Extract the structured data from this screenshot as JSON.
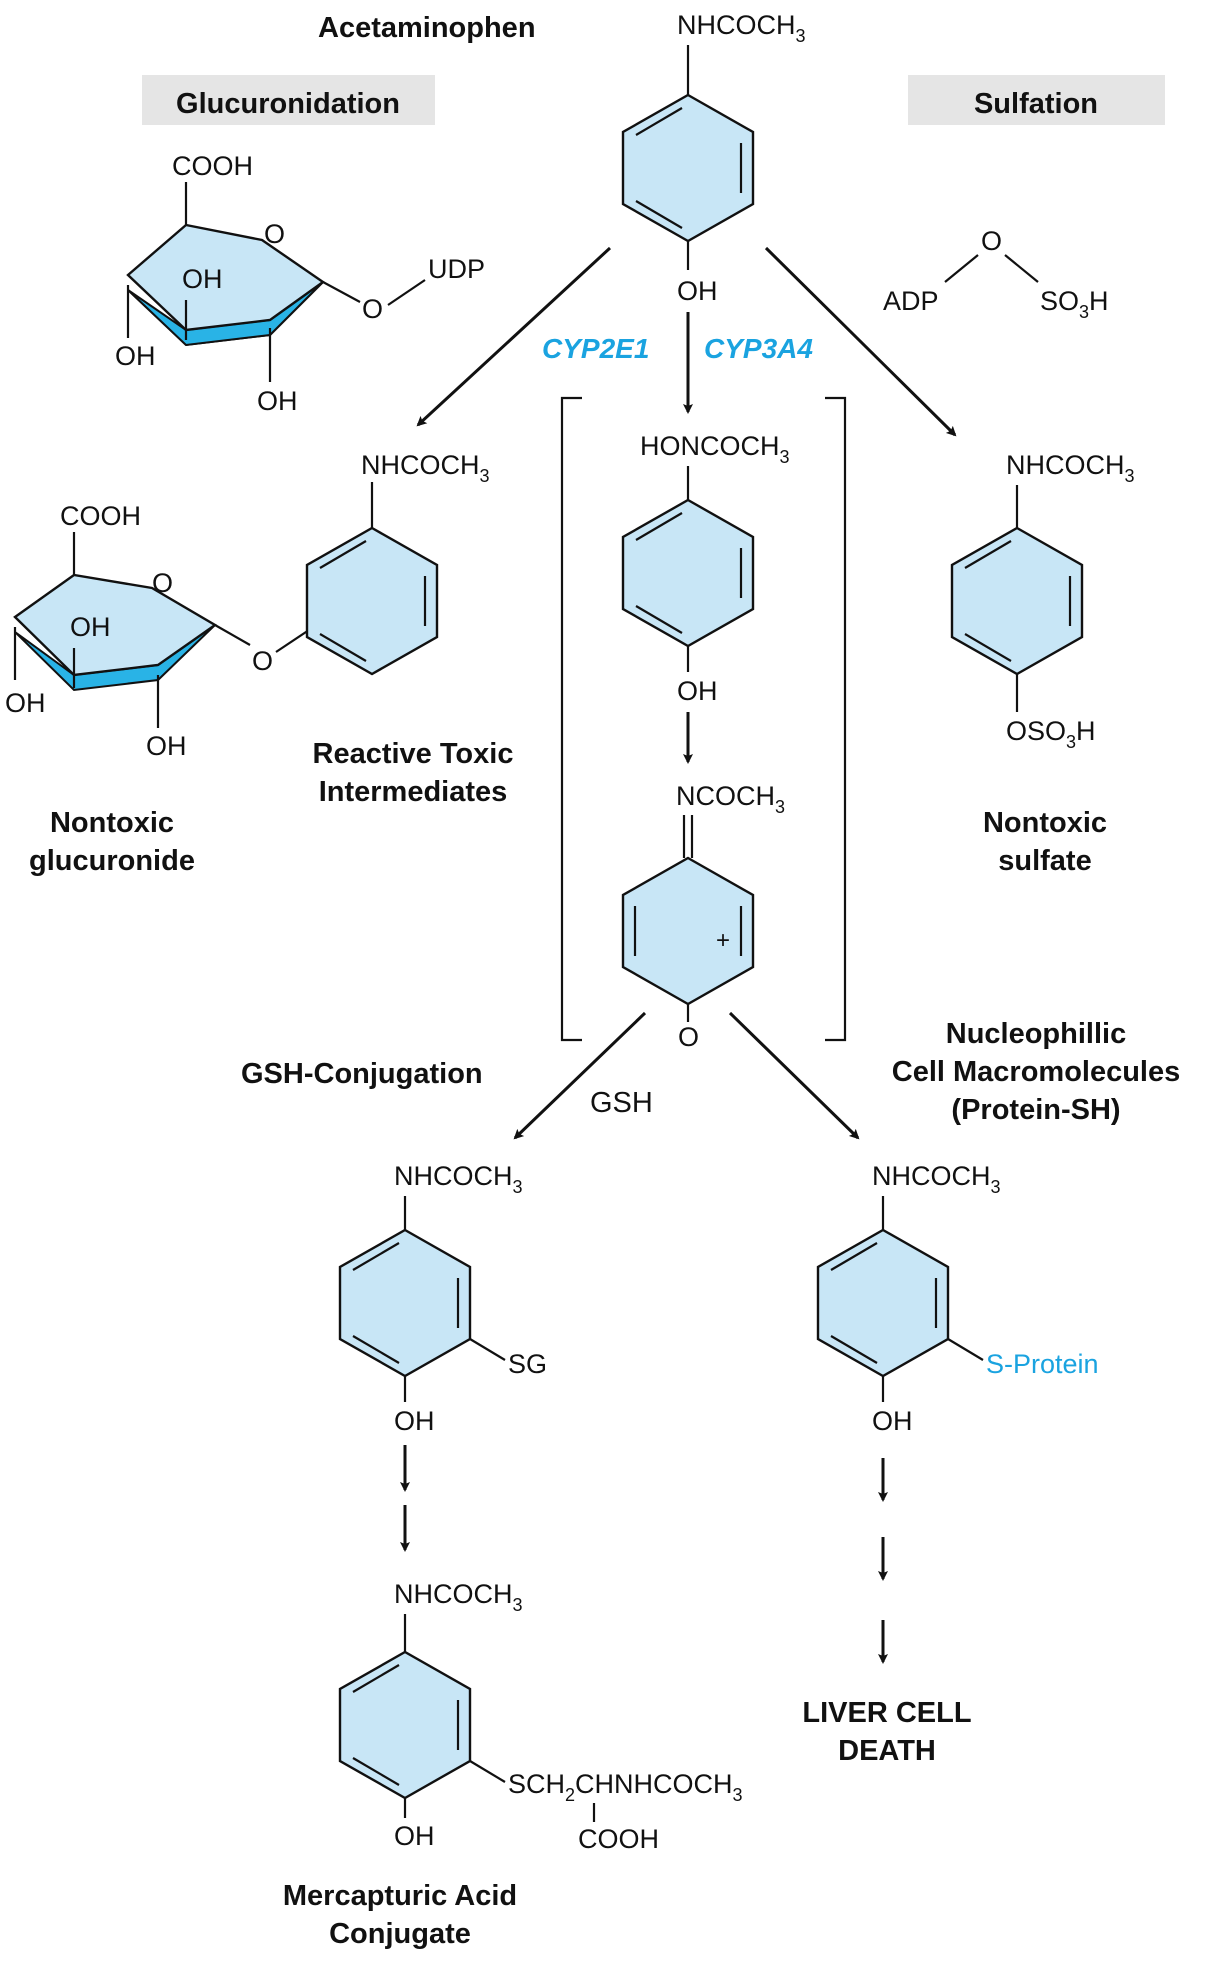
{
  "labels": {
    "acetaminophen": "Acetaminophen",
    "glucuronidation": "Glucuronidation",
    "sulfation": "Sulfation",
    "cyp2e1": "CYP2E1",
    "cyp3a4": "CYP3A4",
    "reactive_toxic_1": "Reactive Toxic",
    "reactive_toxic_2": "Intermediates",
    "nontoxic_glucuronide_1": "Nontoxic",
    "nontoxic_glucuronide_2": "glucuronide",
    "nontoxic_sulfate_1": "Nontoxic",
    "nontoxic_sulfate_2": "sulfate",
    "gsh_conjugation": "GSH-Conjugation",
    "gsh": "GSH",
    "nucleophillic_1": "Nucleophillic",
    "nucleophillic_2": "Cell Macromolecules",
    "nucleophillic_3": "(Protein-SH)",
    "mercapturic_1": "Mercapturic Acid",
    "mercapturic_2": "Conjugate",
    "liver_death_1": "LIVER CELL",
    "liver_death_2": "DEATH"
  },
  "chem": {
    "nhcoch3": "NHCOCH",
    "honcoch3": "HONCOCH",
    "ncoch3": "NCOCH",
    "sub3": "3",
    "oh": "OH",
    "cooh": "COOH",
    "o": "O",
    "udp": "UDP",
    "adp": "ADP",
    "so3h_a": "SO",
    "so3h_b": "3",
    "so3h_c": "H",
    "oso3h_a": "OSO",
    "oso3h_b": "3",
    "oso3h_c": "H",
    "plus": "+",
    "sg": "SG",
    "s_protein": "S-Protein",
    "sch2_a": "SCH",
    "sch2_b": "2",
    "sch2_c": "CHNHCOCH",
    "sch2_d": "3"
  },
  "colors": {
    "ring_fill": "#c8e6f6",
    "sugar_side": "#29b3e6",
    "accent_blue": "#1aa3e0",
    "header_box": "#e5e5e5"
  }
}
